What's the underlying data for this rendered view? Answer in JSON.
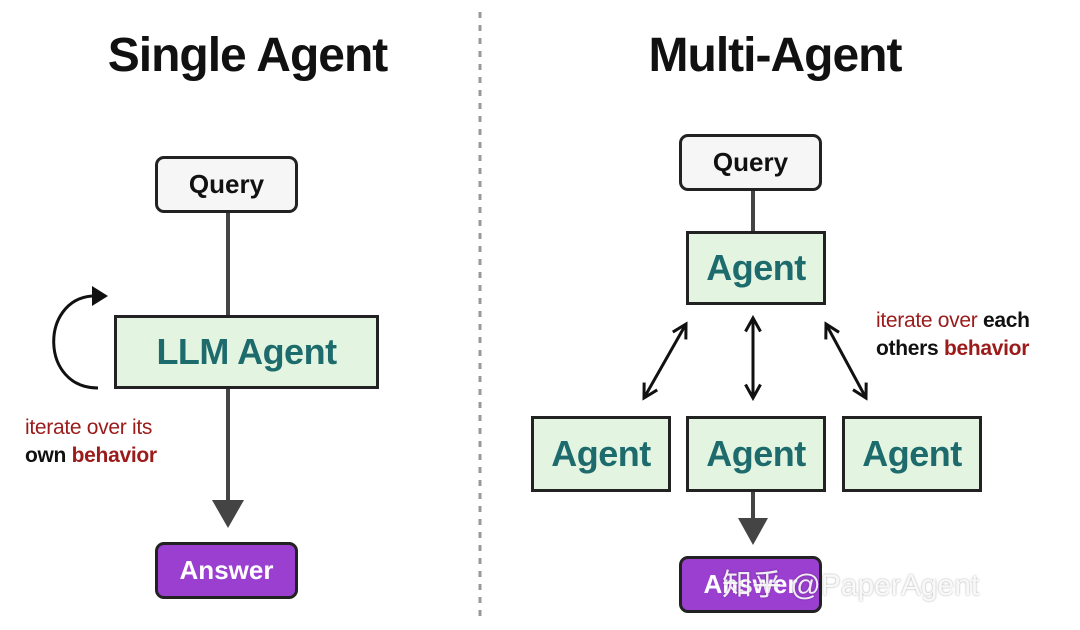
{
  "single": {
    "title": "Single Agent",
    "query": "Query",
    "agent": "LLM Agent",
    "answer": "Answer",
    "note_line1": "iterate over its",
    "note_line2_a": "own",
    "note_line2_b": "behavior"
  },
  "multi": {
    "title": "Multi-Agent",
    "query": "Query",
    "agents": [
      "Agent",
      "Agent",
      "Agent",
      "Agent"
    ],
    "answer": "Answer",
    "note_line1_a": "iterate over",
    "note_line1_b": "each",
    "note_line2_a": "others",
    "note_line2_b": "behavior"
  },
  "watermark": "知乎 @PaperAgent",
  "colors": {
    "agent_fill": "#e3f5e1",
    "agent_text": "#1d6b6c",
    "answer_fill": "#9b3fd1",
    "note_red": "#9b1b1b",
    "divider": "#999999"
  }
}
